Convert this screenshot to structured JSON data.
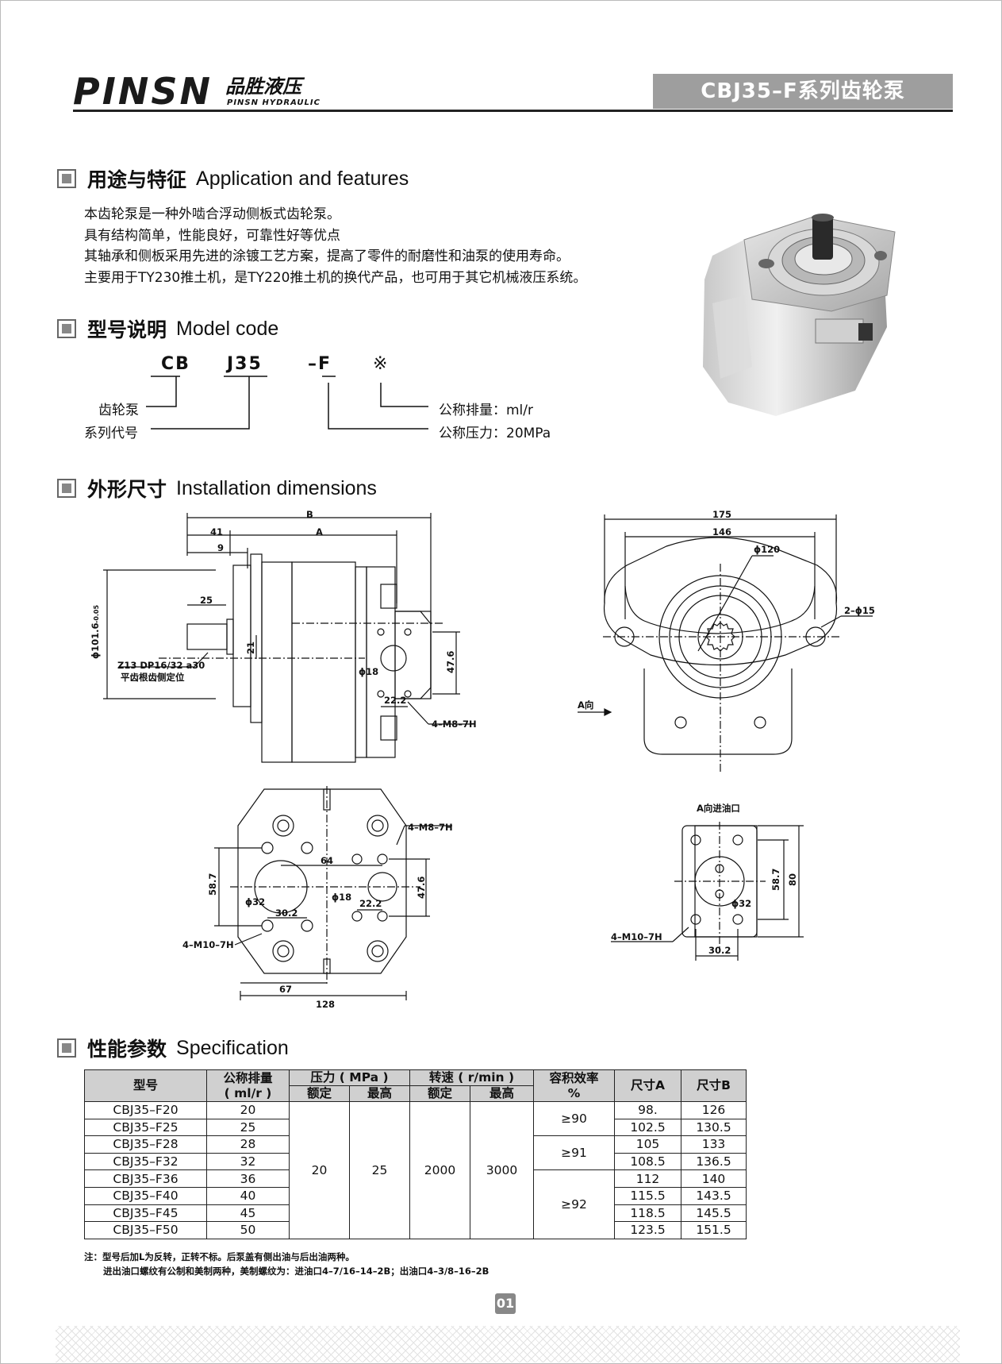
{
  "header": {
    "logo_text": "PINSN",
    "logo_cn": "品胜液压",
    "logo_en": "PINSN HYDRAULIC",
    "title": "CBJ35–F系列齿轮泵"
  },
  "sections": {
    "application": {
      "cn": "用途与特征",
      "en": "Application and features"
    },
    "model": {
      "cn": "型号说明",
      "en": "Model code"
    },
    "dimensions": {
      "cn": "外形尺寸",
      "en": "Installation dimensions"
    },
    "spec": {
      "cn": "性能参数",
      "en": "Specification"
    }
  },
  "features": [
    "本齿轮泵是一种外啮合浮动侧板式齿轮泵。",
    "具有结构简单，性能良好，可靠性好等优点",
    "其轴承和侧板采用先进的涂镀工艺方案，提高了零件的耐磨性和油泵的使用寿命。",
    "主要用于TY230推土机，是TY220推土机的换代产品，也可用于其它机械液压系统。"
  ],
  "model_code": {
    "parts": [
      "CB",
      "J35",
      "–F",
      "※"
    ],
    "labels": {
      "pump": "齿轮泵",
      "series": "系列代号",
      "displacement": "公称排量：ml/r",
      "pressure": "公称压力：20MPa"
    }
  },
  "drawing": {
    "side": {
      "B": "B",
      "A": "A",
      "d41": "41",
      "d9": "9",
      "d25": "25",
      "d21": "21",
      "phi101": "ϕ101.6",
      "tol": "-0.05",
      "phi18": "ϕ18",
      "d47_6": "47.6",
      "d22_2": "22.2",
      "thread": "4–M8–7H",
      "spline": "Z13 DP16/32 a30",
      "spline_note": "平齿根齿侧定位"
    },
    "front": {
      "d175": "175",
      "d146": "146",
      "phi120": "ϕ120",
      "holes": "2–ϕ15",
      "view_a": "A向"
    },
    "rear": {
      "thread8": "4–M8–7H",
      "d64": "64",
      "d58_7": "58.7",
      "phi32": "ϕ32",
      "phi18": "ϕ18",
      "d47_6": "47.6",
      "d30_2": "30.2",
      "d22_2": "22.2",
      "thread10": "4–M10–7H",
      "d67": "67",
      "d128": "128"
    },
    "port": {
      "title": "A向进油口",
      "d58_7": "58.7",
      "d80": "80",
      "phi32": "ϕ32",
      "thread": "4–M10–7H",
      "d30_2": "30.2"
    }
  },
  "spec": {
    "headers": {
      "model": "型号",
      "disp": "公称排量",
      "disp_unit": "( ml/r )",
      "pressure": "压力 ( MPa )",
      "speed": "转速 ( r/min )",
      "rated": "额定",
      "max": "最高",
      "eff": "容积效率",
      "eff_unit": "%",
      "dimA": "尺寸A",
      "dimB": "尺寸B"
    },
    "rows": [
      {
        "model": "CBJ35–F20",
        "disp": "20",
        "A": "98.",
        "B": "126"
      },
      {
        "model": "CBJ35–F25",
        "disp": "25",
        "A": "102.5",
        "B": "130.5"
      },
      {
        "model": "CBJ35–F28",
        "disp": "28",
        "A": "105",
        "B": "133"
      },
      {
        "model": "CBJ35–F32",
        "disp": "32",
        "A": "108.5",
        "B": "136.5"
      },
      {
        "model": "CBJ35–F36",
        "disp": "36",
        "A": "112",
        "B": "140"
      },
      {
        "model": "CBJ35–F40",
        "disp": "40",
        "A": "115.5",
        "B": "143.5"
      },
      {
        "model": "CBJ35–F45",
        "disp": "45",
        "A": "118.5",
        "B": "145.5"
      },
      {
        "model": "CBJ35–F50",
        "disp": "50",
        "A": "123.5",
        "B": "151.5"
      }
    ],
    "shared": {
      "p_rated": "20",
      "p_max": "25",
      "s_rated": "2000",
      "s_max": "3000"
    },
    "eff": [
      "≥90",
      "≥91",
      "≥92"
    ],
    "notes": [
      "注：型号后加L为反转，正转不标。后泵盖有侧出油与后出油两种。",
      "进出油口螺纹有公制和美制两种，美制螺纹为：进油口4–7/16–14–2B；出油口4–3/8–16–2B"
    ]
  },
  "page_number": "01"
}
